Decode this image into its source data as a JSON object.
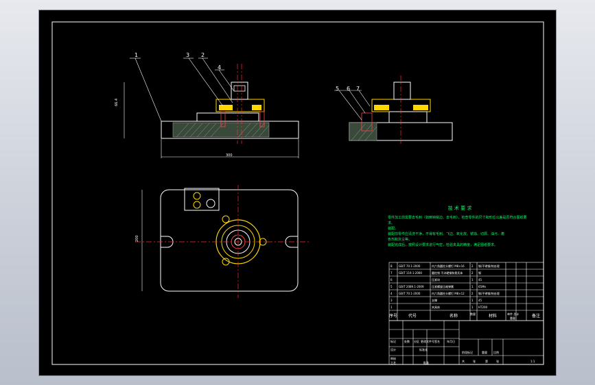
{
  "balloons": [
    {
      "id": "1",
      "text": "1"
    },
    {
      "id": "2",
      "text": "2"
    },
    {
      "id": "3",
      "text": "3"
    },
    {
      "id": "4",
      "text": "4"
    },
    {
      "id": "5",
      "text": "5"
    },
    {
      "id": "6",
      "text": "6"
    },
    {
      "id": "7",
      "text": "7"
    }
  ],
  "dims": {
    "front_height": "66.4",
    "front_width": "300",
    "top_height": "200"
  },
  "tech": {
    "title": "技 术 要 求",
    "lines": [
      "零件加工前需要去毛刺（如倒钝锐边、去毛刺），检查零件的尺寸和形位公差是否符合图纸要求。",
      "装配。",
      "装配前零件应清洗干净，不得有毛刺、飞边、氧化皮、锈蚀、切屑、油污、着",
      "色剂和灰尘等。",
      "装配完成后，按照设计要求进行气密，检验夹具的精度，满足图纸要求。"
    ]
  },
  "bom": {
    "rows": [
      [
        "8",
        "GB/T 70.1-2000",
        "内六角圆柱头螺钉 M8×16",
        "2",
        "钢/不锈钢/热处理"
      ],
      [
        "7",
        "GB/T 119.1-2000",
        "圆柱销 不淬硬钢和奥氏体",
        "2",
        "钢"
      ],
      [
        "6",
        "",
        "压紧块",
        "1",
        "45"
      ],
      [
        "5",
        "GB/T 2089.1-2009",
        "压紧螺旋压缩弹簧",
        "1",
        "65Mn"
      ],
      [
        "4",
        "GB/T 70.1-2000",
        "内六角圆柱头螺钉 M8×12",
        "2",
        "钢/不锈钢/热处理"
      ],
      [
        "3",
        "",
        "支撑",
        "1",
        "45"
      ],
      [
        "1",
        "",
        "夹具体",
        "1",
        "HT200"
      ]
    ],
    "header": [
      "序号",
      "代号",
      "名称",
      "数量",
      "材料",
      "单件 总计",
      "备注"
    ],
    "header_sub": [
      "重量"
    ]
  },
  "title_block": {
    "labels": [
      "标记",
      "处数",
      "分区",
      "更改文件号",
      "签名",
      "年月日",
      "设计",
      "标准化",
      "阶段标记",
      "重量",
      "比例",
      "审核",
      "工艺",
      "批准",
      "共",
      "张",
      "第",
      "张"
    ],
    "scale": "1:1"
  }
}
